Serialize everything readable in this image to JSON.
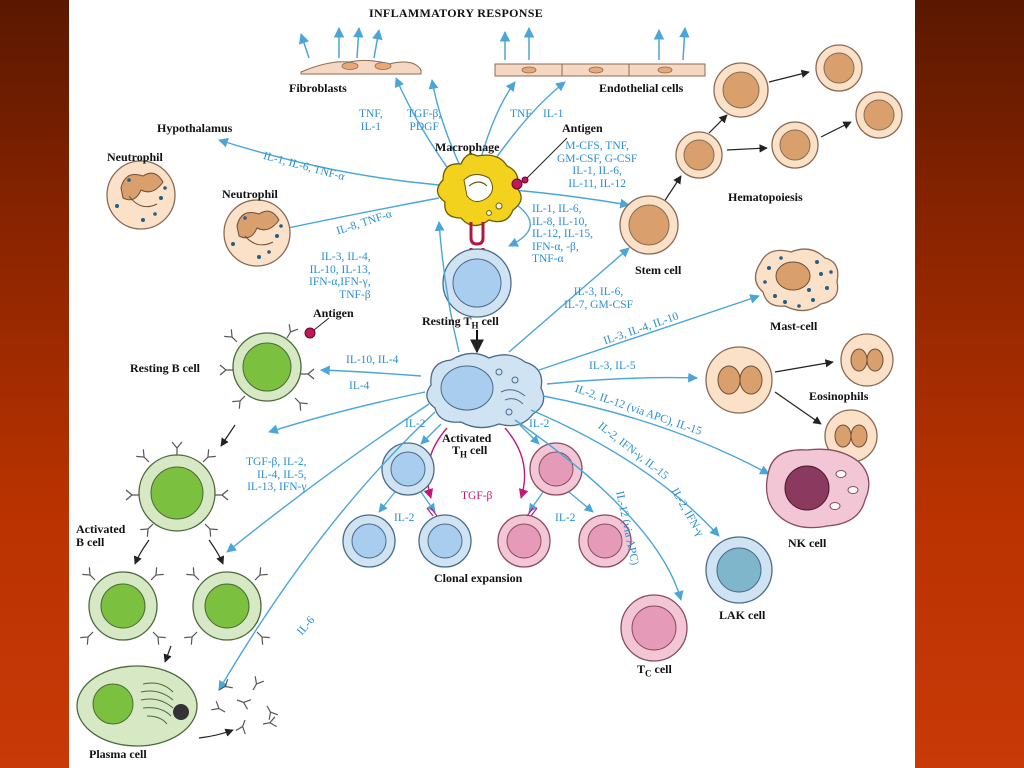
{
  "title": "INFLAMMATORY RESPONSE",
  "cells": {
    "fibroblasts": "Fibroblasts",
    "endothelial": "Endothelial cells",
    "hypothalamus": "Hypothalamus",
    "neutrophil_1": "Neutrophil",
    "neutrophil_2": "Neutrophil",
    "macrophage": "Macrophage",
    "antigen_macrophage": "Antigen",
    "antigen_bcell": "Antigen",
    "hematopoiesis": "Hematopoiesis",
    "stem_cell": "Stem cell",
    "resting_th": "Resting T",
    "resting_th_sub": "H",
    "resting_th_tail": " cell",
    "mast_cell": "Mast-cell",
    "resting_b": "Resting B cell",
    "activated_th_1": "Activated",
    "activated_th_2": "T",
    "activated_th_sub": "H",
    "activated_th_tail": " cell",
    "eosinophils": "Eosinophils",
    "activated_b_1": "Activated",
    "activated_b_2": "B cell",
    "nk_cell": "NK cell",
    "clonal_expansion": "Clonal expansion",
    "lak_cell": "LAK cell",
    "tc_cell": "T",
    "tc_sub": "C",
    "tc_tail": " cell",
    "plasma_cell": "Plasma cell"
  },
  "cytokines": {
    "tnf_il1": [
      "TNF,",
      "IL-1"
    ],
    "tgfb_pdgf": [
      "TGF-β,",
      "PDGF"
    ],
    "tnf": "TNF",
    "il1": "IL-1",
    "hypothalamus": "IL-1, IL-6, TNF-α",
    "neutrophil": "IL-8, TNF-α",
    "stem_cell": [
      "M-CFS, TNF,",
      "GM-CSF, G-CSF",
      "IL-1, IL-6,",
      "IL-11, IL-12"
    ],
    "macrophage_feedback": [
      "IL-1, IL-6,",
      "IL-8, IL-10,",
      "IL-12, IL-15,",
      "IFN-α, -β,",
      "TNF-α"
    ],
    "th_to_macrophage": [
      "IL-3, IL-4,",
      "IL-10, IL-13,",
      "IFN-α,IFN-γ,",
      "TNF-β"
    ],
    "th_to_stem": [
      "IL-3, IL-6,",
      "IL-7, GM-CSF"
    ],
    "mast": "IL-3, IL-4, IL-10",
    "resting_b": "IL-10, IL-4",
    "il4": "IL-4",
    "eosinophils": "IL-3, IL-5",
    "nk": "IL-2, IL-12 (via APC), IL-15",
    "lak": "IL-2, IFN-γ, IL-15",
    "activated_b": [
      "TGF-β, IL-2,",
      "IL-4, IL-5,",
      "IL-13, IFN-γ"
    ],
    "il2_left": "IL-2",
    "il2_right": "IL-2",
    "tgfb": "TGF-β",
    "il2_clone_left": "IL-2",
    "il2_clone_right": "IL-2",
    "tc_a": "IL-12 (via APC)",
    "tc_b": "IL-2, IFN-γ",
    "il6": "IL-6"
  },
  "colors": {
    "arrow": "#4aa6d8",
    "cytokine_text": "#2a8fd0",
    "tgf_beta": "#c2187a",
    "macrophage_fill": "#f2d21c",
    "th_fill": "#cfe3f3",
    "th_nucleus": "#a9cdee",
    "b_fill": "#d7e8c4",
    "b_nucleus": "#7cc040",
    "pink_fill": "#f3c6d6",
    "pink_nucleus": "#e59ab7",
    "hemato_fill": "#fbe1c8",
    "hemato_nucleus": "#d9a06e",
    "nk_nucleus": "#8a3a5e",
    "lak_nucleus": "#7fb6cc",
    "eos_granule": "#b5233b",
    "mast_granule": "#1f5f8a"
  },
  "icons": [
    "arrow-icon",
    "antibody-icon",
    "antigen-icon"
  ]
}
